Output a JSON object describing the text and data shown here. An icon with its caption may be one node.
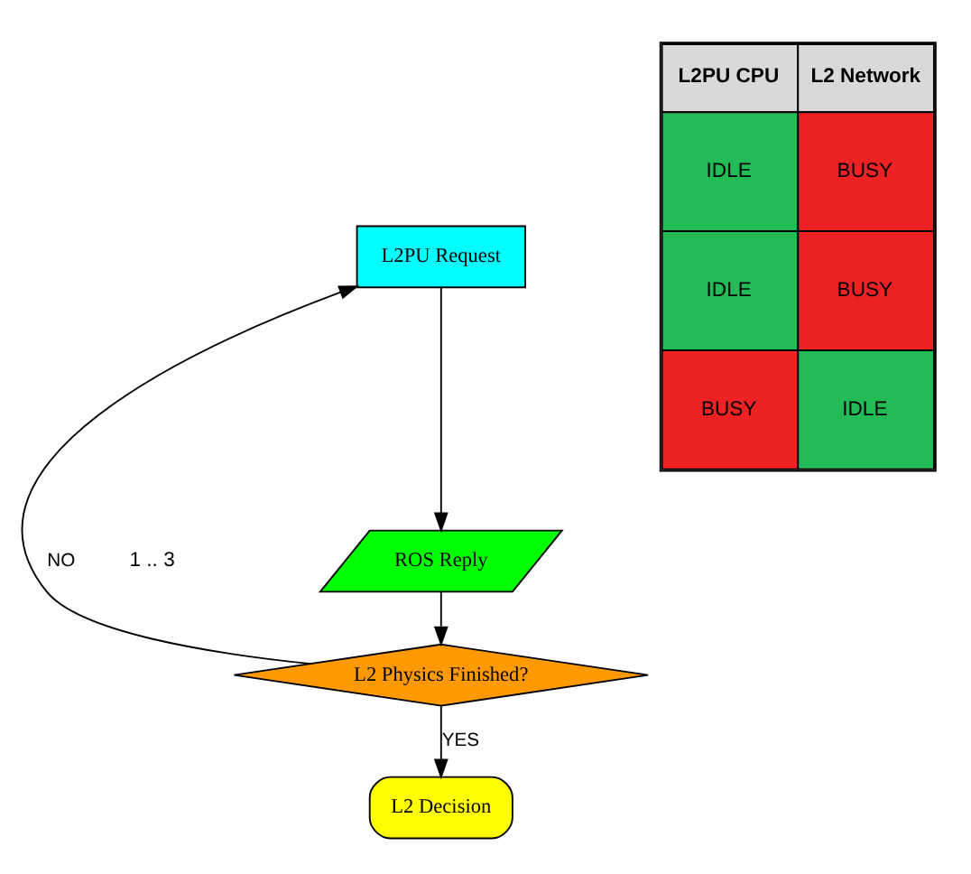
{
  "diagram": {
    "nodes": [
      {
        "text": [
          "L2PU Request"
        ]
      },
      {
        "text": [
          "ROS Reply"
        ]
      },
      {
        "text": [
          "L2 Physics Finished?"
        ]
      },
      {
        "text": [
          "L2 Decision"
        ]
      }
    ],
    "edges": [
      {
        "from": 0,
        "to": 1,
        "arrow": "to"
      },
      {
        "from": 1,
        "to": 2,
        "arrow": "to"
      },
      {
        "from": 2,
        "to": 0,
        "arrow": "to",
        "label": "NO"
      },
      {
        "from": 2,
        "to": 3,
        "arrow": "to",
        "label": "YES"
      }
    ],
    "labels": [
      "1 .. 3",
      "L2PU CPU",
      "L2 Network",
      "IDLE",
      "BUSY",
      "IDLE",
      "BUSY",
      "BUSY",
      "IDLE"
    ]
  }
}
